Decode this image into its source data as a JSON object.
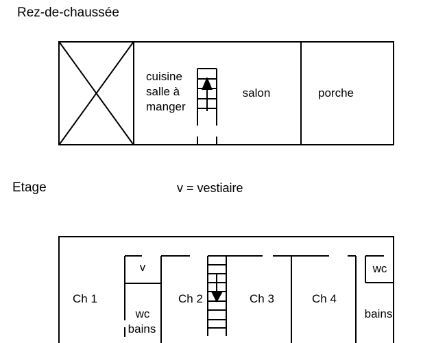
{
  "colors": {
    "background": "#ffffff",
    "line": "#000000",
    "text": "#000000"
  },
  "ground_floor": {
    "title": "Rez-de-chaussée",
    "kitchen_label_lines": [
      "cuisine",
      "salle à",
      "manger"
    ],
    "salon_label": "salon",
    "porche_label": "porche",
    "stairs_icon": "up-arrow-staircase"
  },
  "upper_floor": {
    "title": "Etage",
    "legend": "v = vestiaire",
    "ch1_label": "Ch 1",
    "ch2_label": "Ch 2",
    "ch3_label": "Ch 3",
    "ch4_label": "Ch 4",
    "vestiaire_label": "v",
    "wc_left_label": "wc",
    "bains_left_label": "bains",
    "wc_right_label": "wc",
    "bains_right_label": "bains",
    "stairs_icon": "down-arrow-staircase"
  }
}
